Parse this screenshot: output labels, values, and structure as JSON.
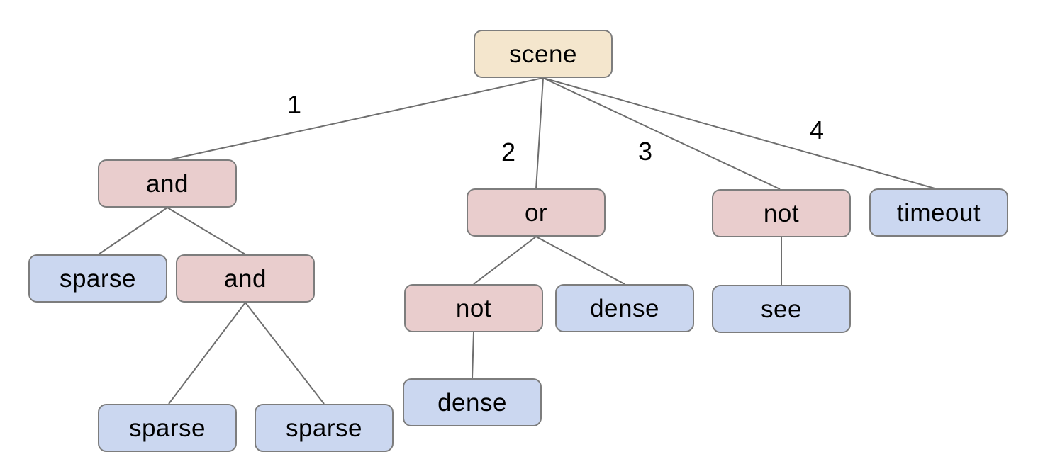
{
  "tree": {
    "nodes": [
      {
        "id": "scene",
        "label": "scene",
        "type": "root"
      },
      {
        "id": "and-1",
        "label": "and",
        "type": "operator"
      },
      {
        "id": "or",
        "label": "or",
        "type": "operator"
      },
      {
        "id": "not-1",
        "label": "not",
        "type": "operator"
      },
      {
        "id": "timeout",
        "label": "timeout",
        "type": "leaf"
      },
      {
        "id": "sparse-1",
        "label": "sparse",
        "type": "leaf"
      },
      {
        "id": "and-2",
        "label": "and",
        "type": "operator"
      },
      {
        "id": "not-2",
        "label": "not",
        "type": "operator"
      },
      {
        "id": "dense-1",
        "label": "dense",
        "type": "leaf"
      },
      {
        "id": "see",
        "label": "see",
        "type": "leaf"
      },
      {
        "id": "dense-2",
        "label": "dense",
        "type": "leaf"
      },
      {
        "id": "sparse-2",
        "label": "sparse",
        "type": "leaf"
      },
      {
        "id": "sparse-3",
        "label": "sparse",
        "type": "leaf"
      }
    ],
    "edge_labels": [
      "1",
      "2",
      "3",
      "4"
    ],
    "edges": [
      {
        "from": "scene",
        "to": "and-1",
        "label": "1"
      },
      {
        "from": "scene",
        "to": "or",
        "label": "2"
      },
      {
        "from": "scene",
        "to": "not-1",
        "label": "3"
      },
      {
        "from": "scene",
        "to": "timeout",
        "label": "4"
      },
      {
        "from": "and-1",
        "to": "sparse-1",
        "label": ""
      },
      {
        "from": "and-1",
        "to": "and-2",
        "label": ""
      },
      {
        "from": "and-2",
        "to": "sparse-2",
        "label": ""
      },
      {
        "from": "and-2",
        "to": "sparse-3",
        "label": ""
      },
      {
        "from": "or",
        "to": "not-2",
        "label": ""
      },
      {
        "from": "or",
        "to": "dense-1",
        "label": ""
      },
      {
        "from": "not-2",
        "to": "dense-2",
        "label": ""
      },
      {
        "from": "not-1",
        "to": "see",
        "label": ""
      }
    ],
    "colors": {
      "root_fill": "#f4e6cd",
      "operator_fill": "#e9cdcd",
      "leaf_fill": "#cbd7f0",
      "node_border": "#7d7d7d",
      "edge_line": "#6e6e6e",
      "text": "#000000",
      "background": "#ffffff"
    }
  }
}
